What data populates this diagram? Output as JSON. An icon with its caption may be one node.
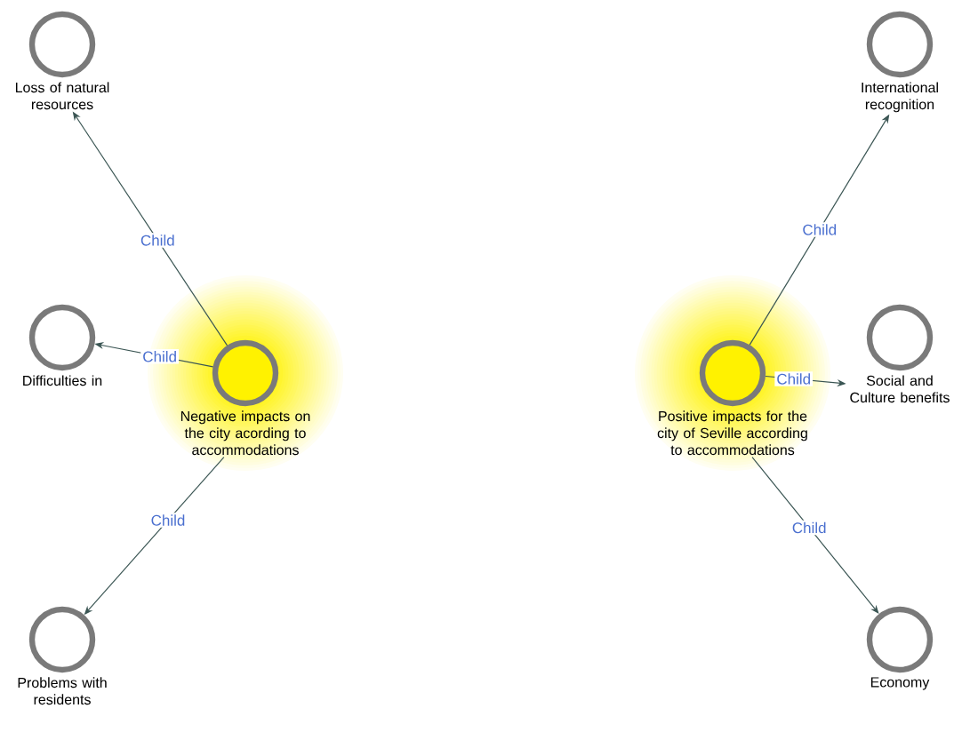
{
  "diagram": {
    "nodes": [
      {
        "text": [
          "Negative impacts on the city acording to accommodations"
        ]
      },
      {
        "text": [
          "Loss of natural resources"
        ]
      },
      {
        "text": [
          "Difficulties in"
        ]
      },
      {
        "text": [
          "Problems with residents"
        ]
      },
      {
        "text": [
          "Positive impacts for the city of Seville according to accommodations"
        ]
      },
      {
        "text": [
          "International recognition"
        ]
      },
      {
        "text": [
          "Social and Culture benefits"
        ]
      },
      {
        "text": [
          "Economy"
        ]
      }
    ],
    "edges": [
      {
        "from": 0,
        "to": 1,
        "arrow": "to",
        "label": "Child"
      },
      {
        "from": 0,
        "to": 2,
        "arrow": "to",
        "label": "Child"
      },
      {
        "from": 0,
        "to": 3,
        "arrow": "to",
        "label": "Child"
      },
      {
        "from": 4,
        "to": 5,
        "arrow": "to",
        "label": "Child"
      },
      {
        "from": 4,
        "to": 6,
        "arrow": "to",
        "label": "Child"
      },
      {
        "from": 4,
        "to": 7,
        "arrow": "to",
        "label": "Child"
      }
    ]
  }
}
